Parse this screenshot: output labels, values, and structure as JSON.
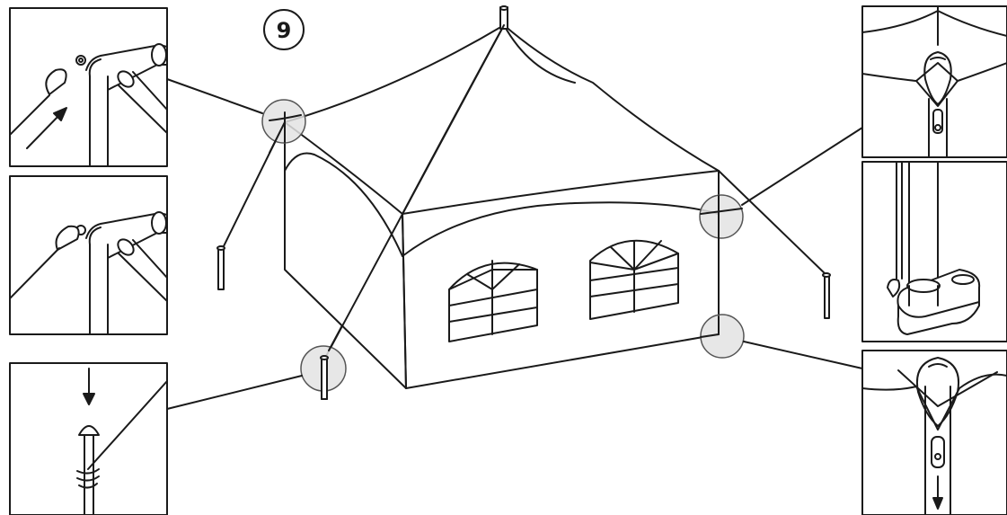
{
  "step": {
    "number": "9"
  },
  "colors": {
    "line": "#1a1a1a",
    "highlight_fill": "#e3e3e3",
    "highlight_stroke": "#555555",
    "background": "#ffffff"
  },
  "callouts": [
    {
      "name": "callout-rope-hook-approach",
      "shows": "arrow-icon"
    },
    {
      "name": "callout-rope-hooked",
      "shows": "hook-icon"
    },
    {
      "name": "callout-stake-drive",
      "shows": "arrow-down-icon"
    },
    {
      "name": "callout-peak-ring",
      "shows": "ring-icon"
    },
    {
      "name": "callout-pole-foot-plate",
      "shows": "foot-plate-icon"
    },
    {
      "name": "callout-pole-ring-lowered",
      "shows": "arrow-down-icon"
    }
  ]
}
